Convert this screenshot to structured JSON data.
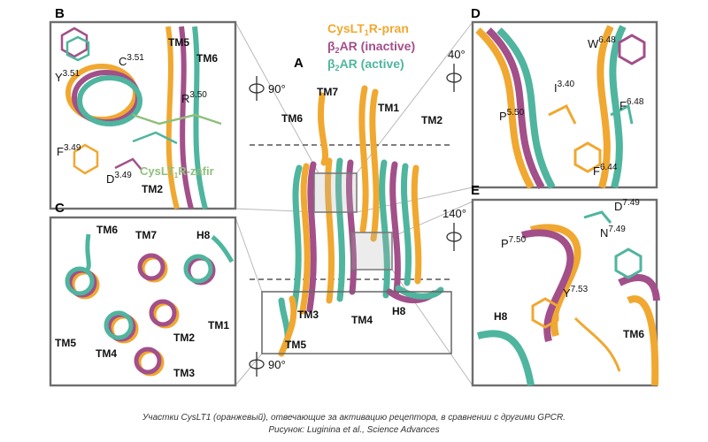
{
  "colors": {
    "pranlukast": "#f0a830",
    "inactive": "#a24f8a",
    "active": "#4fb59e",
    "zafirlukast": "#8fbf7a",
    "frame": "#6e6e6e"
  },
  "panels": {
    "A": {
      "letter": "A",
      "labels": [
        "TM7",
        "TM1",
        "TM6",
        "TM2",
        "TM3",
        "TM4",
        "TM5",
        "H8"
      ]
    },
    "B": {
      "letter": "B",
      "labels": [
        "TM5",
        "TM6",
        "TM2"
      ],
      "residues": [
        {
          "base": "C",
          "sup": "3.51"
        },
        {
          "base": "Y",
          "sup": "3.51"
        },
        {
          "base": "R",
          "sup": "3.50"
        },
        {
          "base": "F",
          "sup": "3.49"
        },
        {
          "base": "D",
          "sup": "3.49"
        }
      ],
      "ligand": {
        "base": "CysLT",
        "sub": "1",
        "rest": "R-zafir"
      }
    },
    "C": {
      "letter": "C",
      "labels": [
        "TM6",
        "TM7",
        "H8",
        "TM1",
        "TM5",
        "TM2",
        "TM4",
        "TM3"
      ]
    },
    "D": {
      "letter": "D",
      "residues": [
        {
          "base": "W",
          "sup": "6.48"
        },
        {
          "base": "I",
          "sup": "3.40"
        },
        {
          "base": "P",
          "sup": "5.50"
        },
        {
          "base": "F",
          "sup": "6.48"
        },
        {
          "base": "F",
          "sup": "6.44"
        }
      ]
    },
    "E": {
      "letter": "E",
      "labels": [
        "H8",
        "TM6"
      ],
      "residues": [
        {
          "base": "D",
          "sup": "7.49"
        },
        {
          "base": "P",
          "sup": "7.50"
        },
        {
          "base": "N",
          "sup": "7.49"
        },
        {
          "base": "Y",
          "sup": "7.53"
        }
      ]
    }
  },
  "legend": [
    {
      "base": "CysLT",
      "sub": "1",
      "rest": "R-pran",
      "color": "#f0a830"
    },
    {
      "base": "β",
      "sub": "2",
      "rest": "AR (inactive)",
      "color": "#a24f8a"
    },
    {
      "base": "β",
      "sub": "2",
      "rest": "AR (active)",
      "color": "#4fb59e"
    }
  ],
  "rotations": [
    "90°",
    "90°",
    "40°",
    "140°"
  ],
  "caption": {
    "line1": "Участки CysLT1 (оранжевый), отвечающие за активацию рецептора, в сравнении с другими GPCR.",
    "line2": "Рисунок: Luginina et al., Science Advances"
  }
}
